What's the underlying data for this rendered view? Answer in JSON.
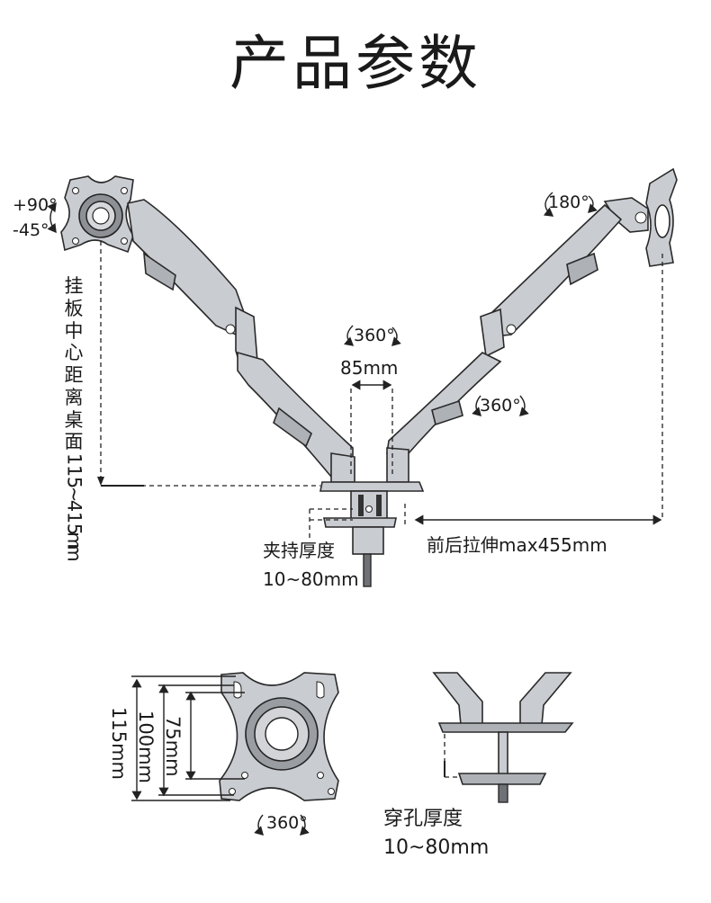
{
  "title": "产品参数",
  "rotations": {
    "tilt_up": "+90°",
    "tilt_down": "-45°",
    "swivel_right_head": "180°",
    "base_top": "360°",
    "right_joint": "360°",
    "plate_bottom": "360°"
  },
  "dimensions": {
    "pole_gap": "85mm",
    "height_label_vertical": "挂板中心距离桌面115~415mm",
    "clamp_title": "夹持厚度",
    "clamp_range": "10~80mm",
    "extension": "前后拉伸max455mm",
    "vesa_outer": "115mm",
    "vesa_mid": "100mm",
    "vesa_inner": "75mm",
    "grommet_title": "穿孔厚度",
    "grommet_range": "10~80mm"
  }
}
